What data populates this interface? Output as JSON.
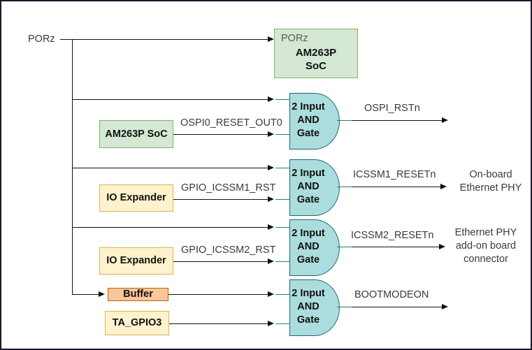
{
  "diagram": {
    "title_signal": "PORz",
    "blocks": {
      "soc_top": {
        "signal": "PORz",
        "name_line1": "AM263P",
        "name_line2": "SoC"
      },
      "am263p_soc": "AM263P SoC",
      "io_expander_1": "IO Expander",
      "io_expander_2": "IO Expander",
      "buffer": "Buffer",
      "ta_gpio3": "TA_GPIO3"
    },
    "gates": [
      {
        "line1": "2 Input",
        "line2": "AND",
        "line3": "Gate"
      },
      {
        "line1": "2 Input",
        "line2": "AND",
        "line3": "Gate"
      },
      {
        "line1": "2 Input",
        "line2": "AND",
        "line3": "Gate"
      },
      {
        "line1": "2 Input",
        "line2": "AND",
        "line3": "Gate"
      }
    ],
    "input_signals": {
      "ospi0": "OSPI0_RESET_OUT0",
      "gpio_icssm1": "GPIO_ICSSM1_RST",
      "gpio_icssm2": "GPIO_ICSSM2_RST"
    },
    "output_signals": {
      "ospi_rstn": "OSPI_RSTn",
      "icssm1_resetn": "ICSSM1_RESETn",
      "icssm2_resetn": "ICSSM2_RESETn",
      "bootmodeon": "BOOTMODEON"
    },
    "destinations": {
      "onboard_phy": "On-board\nEthernet PHY",
      "addon_phy": "Ethernet PHY\nadd-on board\nconnector"
    },
    "colors": {
      "soc_fill": "#D5E8D4",
      "soc_border": "#82B366",
      "io_fill": "#FFF2CC",
      "io_border": "#D6B656",
      "buffer_fill": "#FAC69C",
      "buffer_border": "#B46504",
      "gate_fill": "#ACDDDE",
      "gate_border": "#1C6A70",
      "wire": "#111111",
      "gate_stub": "#1C7D83",
      "canvas_border": "#1A1A2E"
    }
  }
}
